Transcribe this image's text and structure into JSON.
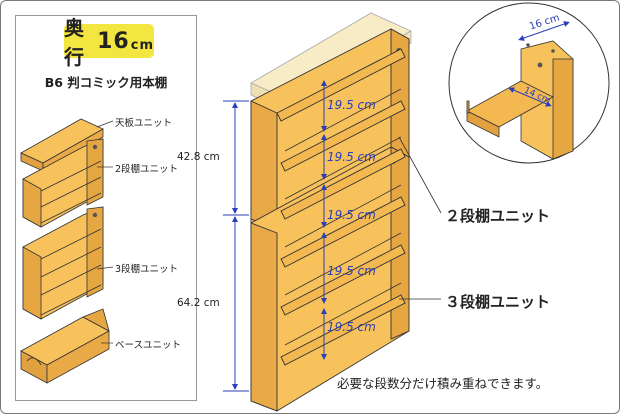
{
  "depth_badge": {
    "prefix": "奥行",
    "value": "16",
    "unit": "cm"
  },
  "left_title": "B6 判コミック用本棚",
  "parts": [
    {
      "label": "天板ユニット"
    },
    {
      "label": "2段棚ユニット"
    },
    {
      "label": "3段棚ユニット"
    },
    {
      "label": "ベースユニット"
    }
  ],
  "shelf_spacing": [
    "19.5 cm",
    "19.5 cm",
    "19.5 cm",
    "19.5 cm",
    "19.5 cm"
  ],
  "heights": {
    "upper": "42.8 cm",
    "lower": "64.2 cm"
  },
  "callouts": {
    "upper": "２段棚ユニット",
    "lower": "３段棚ユニット"
  },
  "inset": {
    "outer_depth": "16 cm",
    "inner_depth": "14 cm"
  },
  "footer": "必要な段数分だけ積み重ねできます。",
  "colors": {
    "wood": "#f7c25c",
    "wood_dark": "#d89a35",
    "dimension": "#2a3fb8",
    "badge": "#f4e640"
  }
}
